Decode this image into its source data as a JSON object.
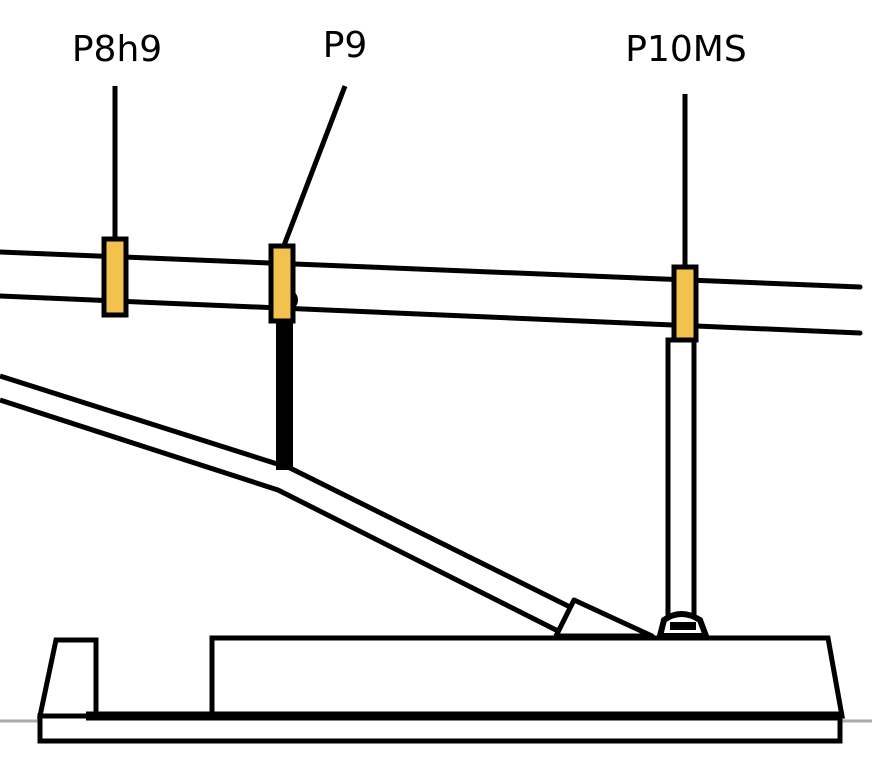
{
  "labels": {
    "p8h9": "P8h9",
    "p9": "P9",
    "p10ms": "P10MS"
  },
  "colors": {
    "line": "#000000",
    "marker_fill": "#f2c14e",
    "background": "#ffffff",
    "ground": "#aaaaaa"
  }
}
